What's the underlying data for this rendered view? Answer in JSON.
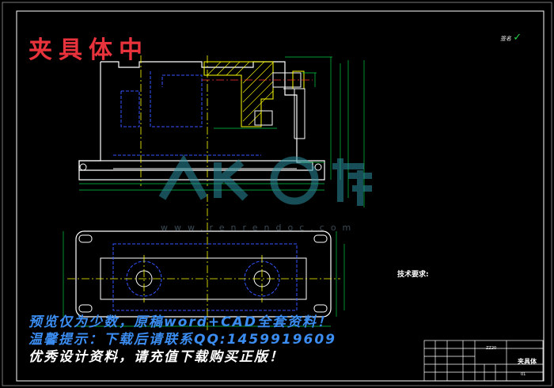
{
  "title_red": "夹具体中",
  "promo_lines": [
    "预览仅为少数，原稿word+CAD全套资料！",
    "温馨提示：下载后请联系QQ:1459919609",
    "优秀设计资料，请充值下载购买正版！"
  ],
  "tech_requirements": {
    "heading": "技术要求:"
  },
  "watermark": {
    "text": "www.renrendoc.com"
  },
  "signature": {
    "label": "签名"
  },
  "title_block": {
    "part_name": "夹具体",
    "code": "ZZ20",
    "sheet_no": "01"
  },
  "colors": {
    "background": "#000000",
    "frame": "#ffffff",
    "outline": "#ffffff",
    "section": "#ffff00",
    "hidden": "#3355ff",
    "dimension": "#00cc44",
    "centerline": "#ff3333",
    "red_title": "#e8323c",
    "promo": "#3b8df2"
  }
}
